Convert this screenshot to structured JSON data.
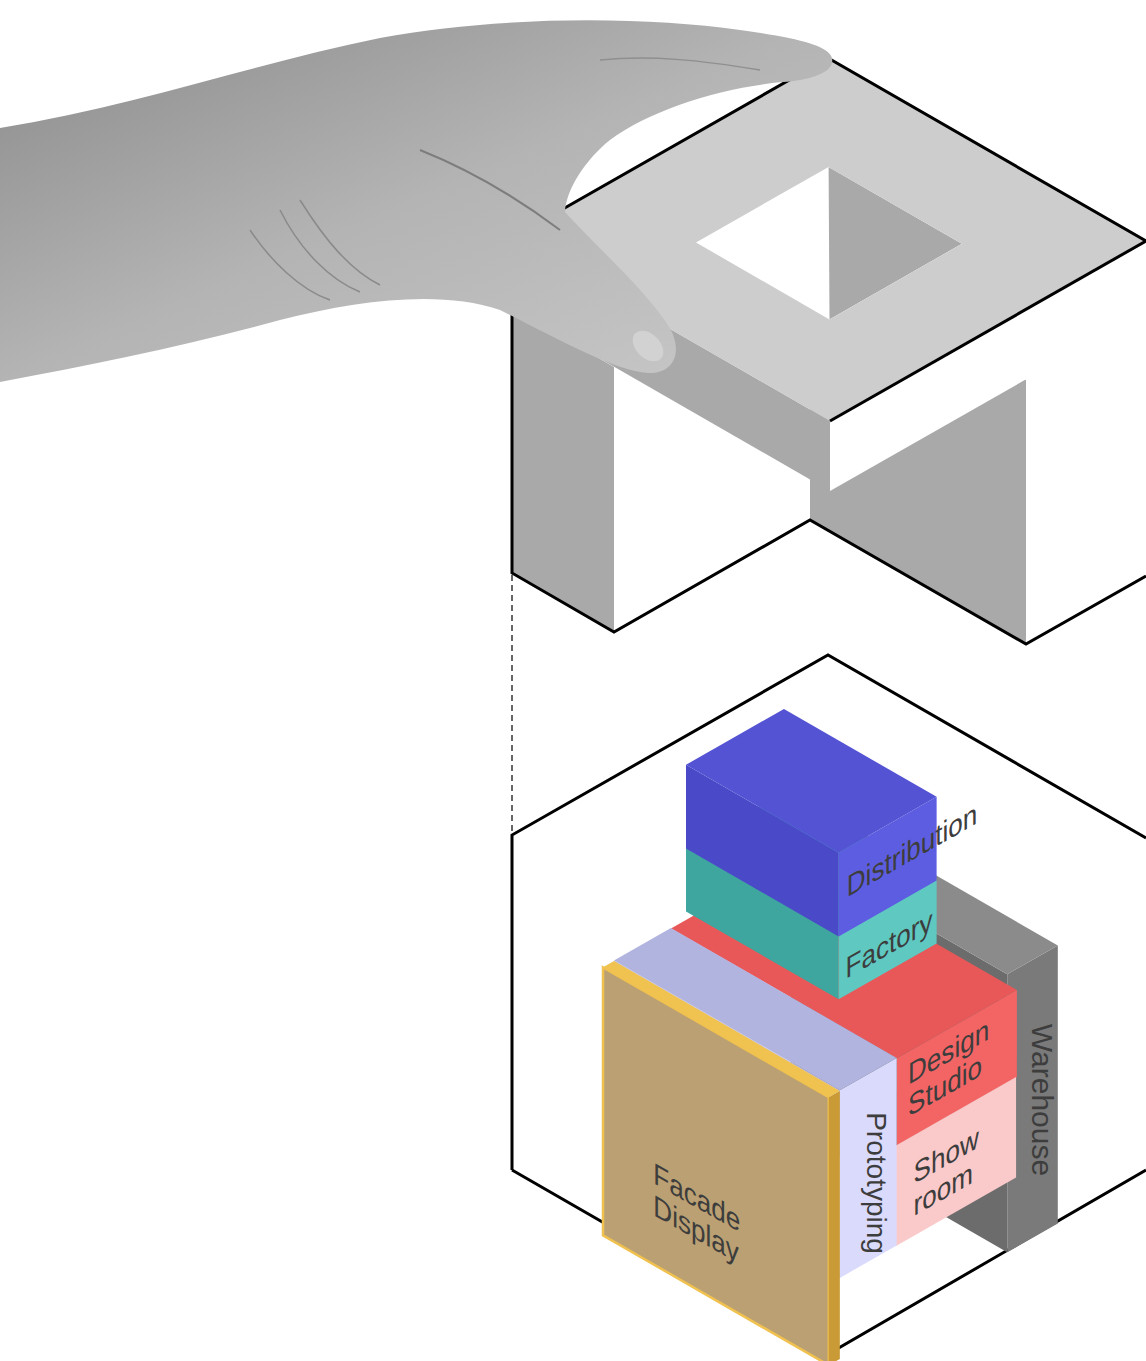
{
  "diagram": {
    "nodes": [
      {
        "text": [
          "Distribution"
        ]
      },
      {
        "text": [
          "Factory"
        ]
      },
      {
        "text": [
          "Warehouse"
        ]
      },
      {
        "text": [
          "Design Studio"
        ]
      },
      {
        "text": [
          "Prototyping"
        ]
      },
      {
        "text": [
          "Show room"
        ]
      },
      {
        "text": [
          "Facade Display"
        ]
      }
    ]
  }
}
